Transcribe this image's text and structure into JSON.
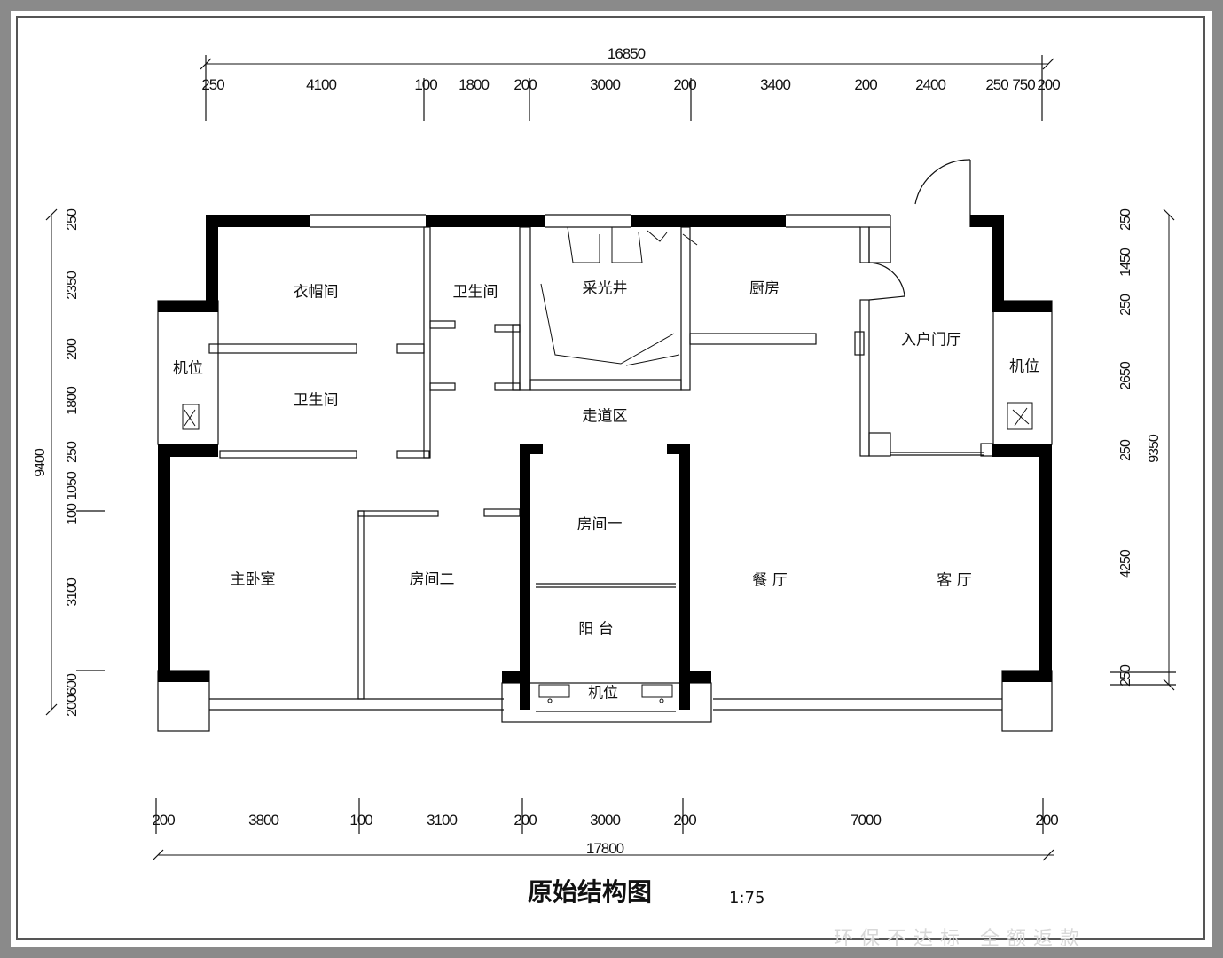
{
  "drawing": {
    "title": "原始结构图",
    "scale": "1:75",
    "watermark": "环保不达标  全额返款"
  },
  "dimensions": {
    "top_total": "16850",
    "top_segments": [
      "250",
      "4100",
      "100",
      "1800",
      "200",
      "3000",
      "200",
      "3400",
      "200",
      "2400",
      "250",
      "750",
      "200"
    ],
    "bottom_total": "17800",
    "bottom_segments": [
      "200",
      "3800",
      "100",
      "3100",
      "200",
      "3000",
      "200",
      "7000",
      "200"
    ],
    "left_total": "9400",
    "left_segments": [
      "250",
      "2350",
      "200",
      "1800",
      "250",
      "1050",
      "100",
      "3100",
      "600",
      "200"
    ],
    "right_total": "9350",
    "right_segments": [
      "250",
      "1450",
      "250",
      "2650",
      "250",
      "4250",
      "250"
    ]
  },
  "rooms": {
    "cloakroom": "衣帽间",
    "bath_upper": "卫生间",
    "lightwell": "采光井",
    "kitchen": "厨房",
    "entry_hall": "入户门厅",
    "machine_left": "机位",
    "bath_lower": "卫生间",
    "corridor": "走道区",
    "machine_right": "机位",
    "room_one": "房间一",
    "master_bedroom": "主卧室",
    "room_two": "房间二",
    "dining": "餐 厅",
    "living": "客 厅",
    "balcony": "阳 台",
    "machine_bottom": "机位"
  }
}
